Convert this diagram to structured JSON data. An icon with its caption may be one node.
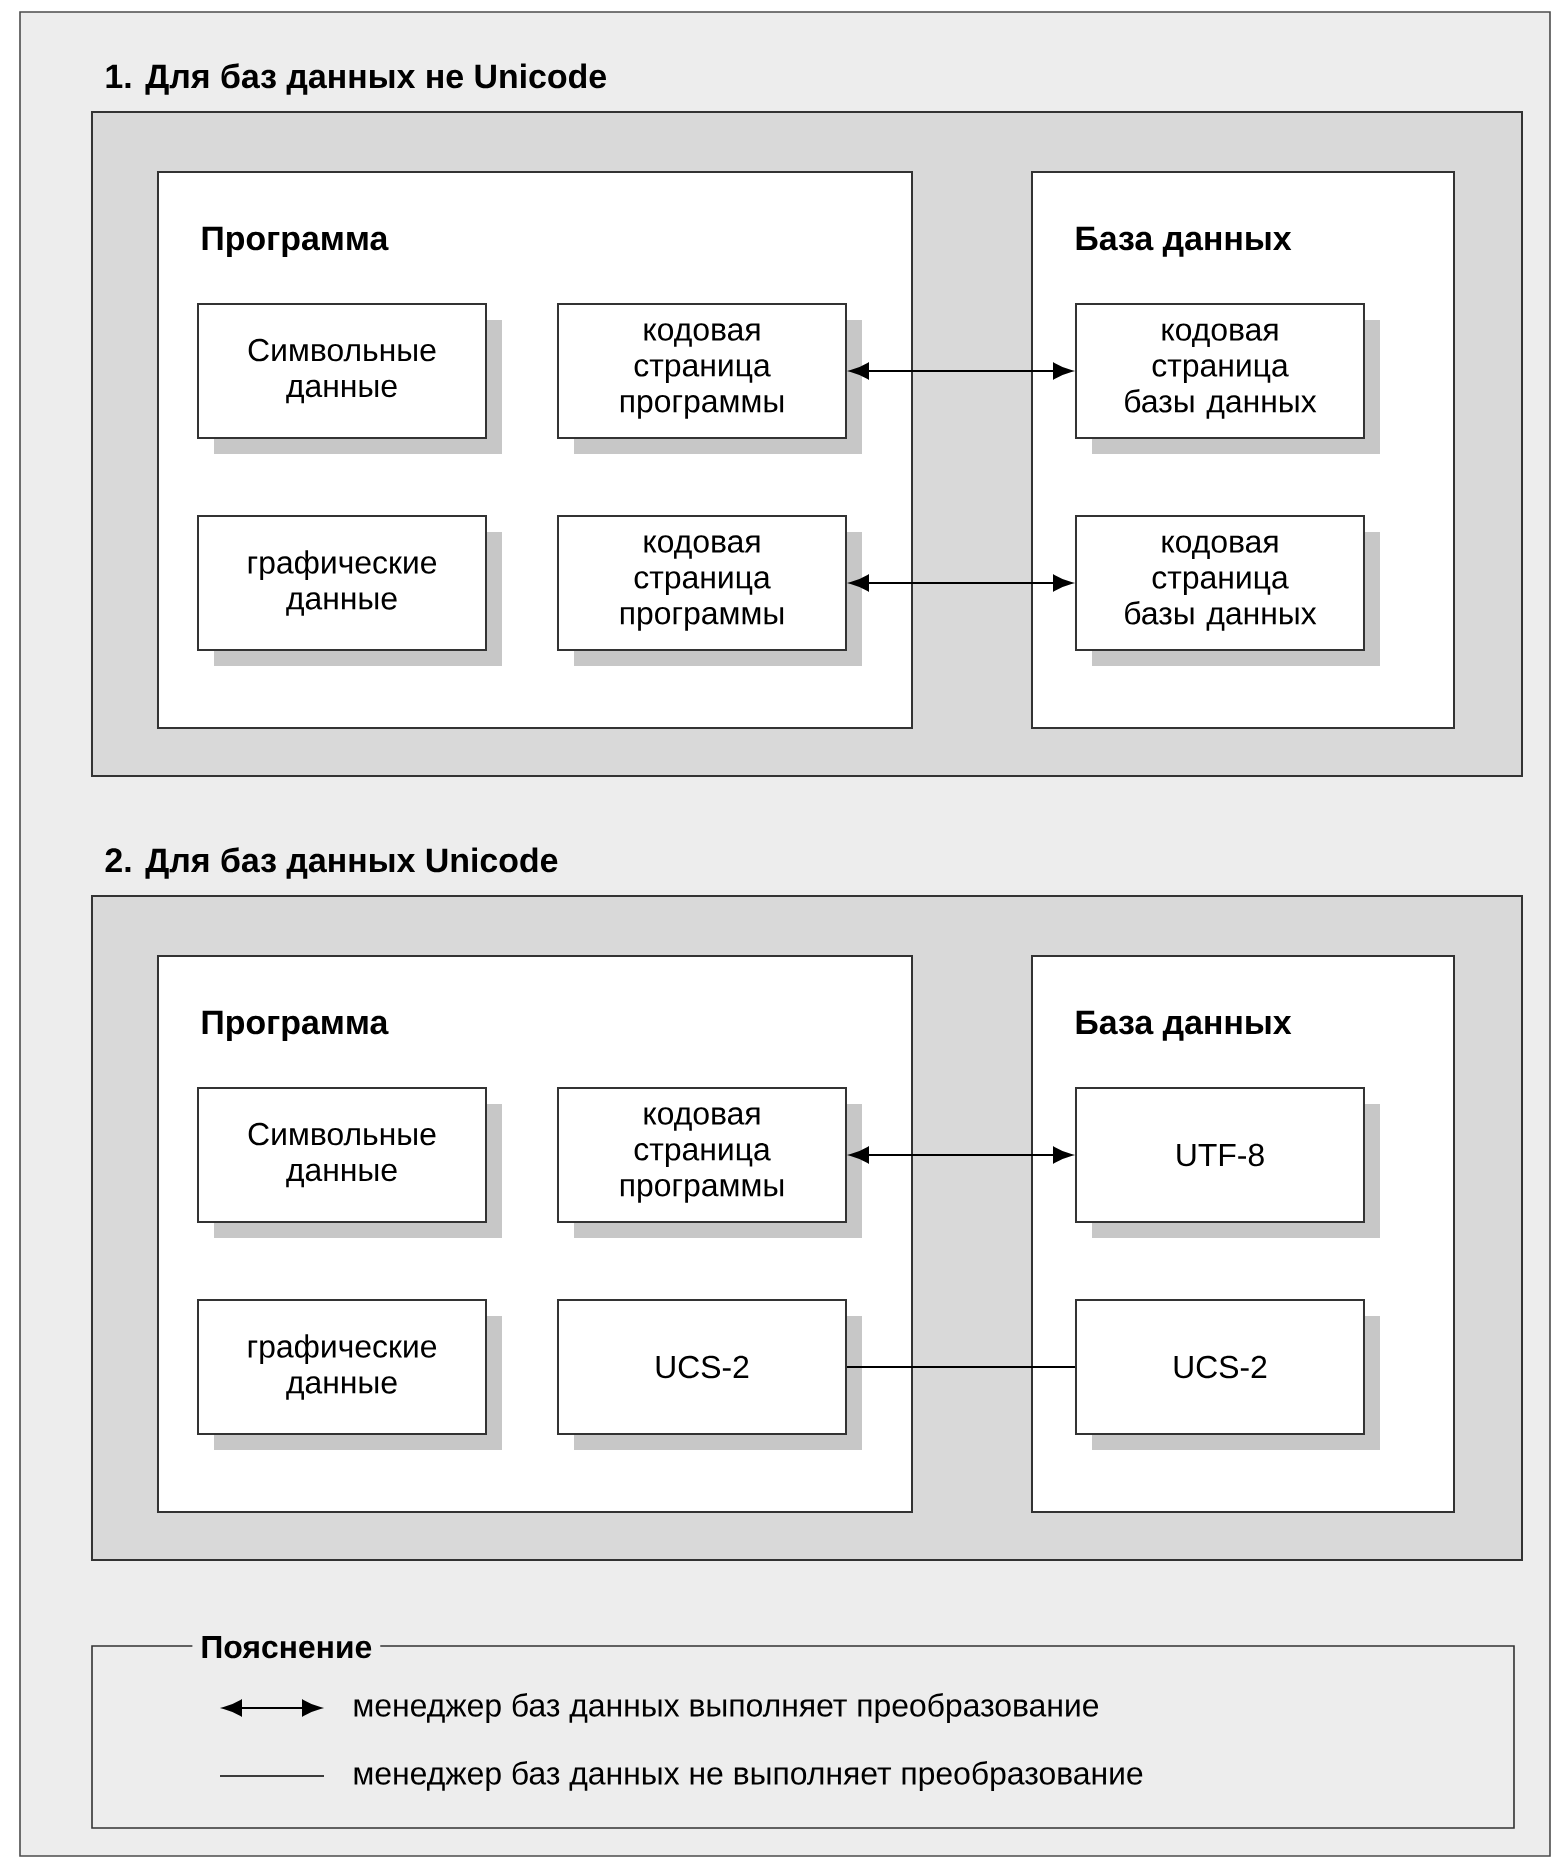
{
  "diagram": {
    "nodes": [
      {
        "text": [
          "1. Для баз данных не Unicode"
        ]
      },
      {
        "text": [
          "Программа"
        ],
        "in": 0
      },
      {
        "text": [
          "Символьные данные"
        ],
        "in": 1
      },
      {
        "text": [
          "кодовая страница программы"
        ],
        "in": 1
      },
      {
        "text": [
          "графические данные"
        ],
        "in": 1
      },
      {
        "text": [
          "кодовая страница программы"
        ],
        "in": 1
      },
      {
        "text": [
          "База данных"
        ],
        "in": 0
      },
      {
        "text": [
          "кодовая страница базы данных"
        ],
        "in": 6
      },
      {
        "text": [
          "кодовая страница базы данных"
        ],
        "in": 6
      },
      {
        "text": [
          "2. Для баз данных Unicode"
        ]
      },
      {
        "text": [
          "Программа"
        ],
        "in": 9
      },
      {
        "text": [
          "Символьные данные"
        ],
        "in": 10
      },
      {
        "text": [
          "кодовая страница программы"
        ],
        "in": 10
      },
      {
        "text": [
          "графические данные"
        ],
        "in": 10
      },
      {
        "text": [
          "UCS-2"
        ],
        "in": 10
      },
      {
        "text": [
          "База данных"
        ],
        "in": 9
      },
      {
        "text": [
          "UTF-8"
        ],
        "in": 15
      },
      {
        "text": [
          "UCS-2"
        ],
        "in": 15
      }
    ],
    "edges": [
      {
        "from": 3,
        "to": 7,
        "arrow": "both"
      },
      {
        "from": 5,
        "to": 8,
        "arrow": "both"
      },
      {
        "from": 12,
        "to": 16,
        "arrow": "both"
      },
      {
        "from": 14,
        "to": 17,
        "arrow": "none"
      }
    ],
    "labels": [
      "Пояснение"
    ],
    "legend": [
      {
        "text": "менеджер баз данных выполняет преобразование"
      },
      {
        "text": "менеджер баз данных не выполняет преобразование"
      }
    ]
  }
}
